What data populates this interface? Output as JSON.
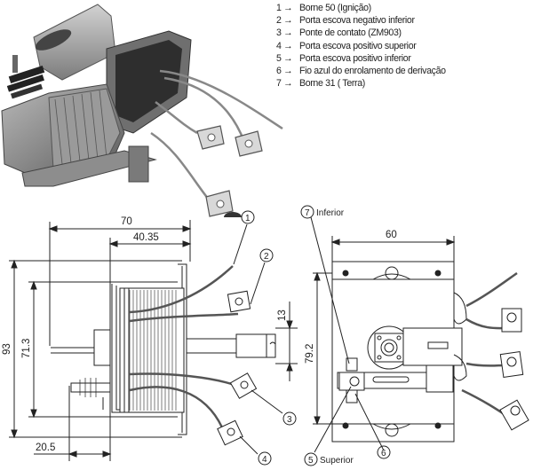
{
  "legend": [
    {
      "num": "1",
      "arrow": "→",
      "text": "Borne 50 (Ignição)"
    },
    {
      "num": "2",
      "arrow": "→",
      "text": "Porta escova negativo inferior"
    },
    {
      "num": "3",
      "arrow": "→",
      "text": "Ponte de contato (ZM903)"
    },
    {
      "num": "4",
      "arrow": "→",
      "text": "Porta escova positivo superior"
    },
    {
      "num": "5",
      "arrow": "→",
      "text": "Porta escova positivo inferior"
    },
    {
      "num": "6",
      "arrow": "→",
      "text": "Fio azul do enrolamento de derivação"
    },
    {
      "num": "7",
      "arrow": "→",
      "text": "Borne 31 ( Terra)"
    }
  ],
  "side_view": {
    "dimensions": {
      "overall_length": "70",
      "body_length": "40.35",
      "overall_height": "93",
      "mount_height": "71.3",
      "plunger_diameter": "13",
      "terminal_offset": "20.5"
    },
    "callouts": [
      "1",
      "2",
      "3",
      "4"
    ]
  },
  "front_view": {
    "dimensions": {
      "width": "60",
      "hole_spacing": "79.2"
    },
    "callouts": [
      {
        "num": "7",
        "label": "Inferior"
      },
      {
        "num": "5",
        "label": "Superior"
      },
      {
        "num": "6",
        "label": ""
      }
    ]
  }
}
